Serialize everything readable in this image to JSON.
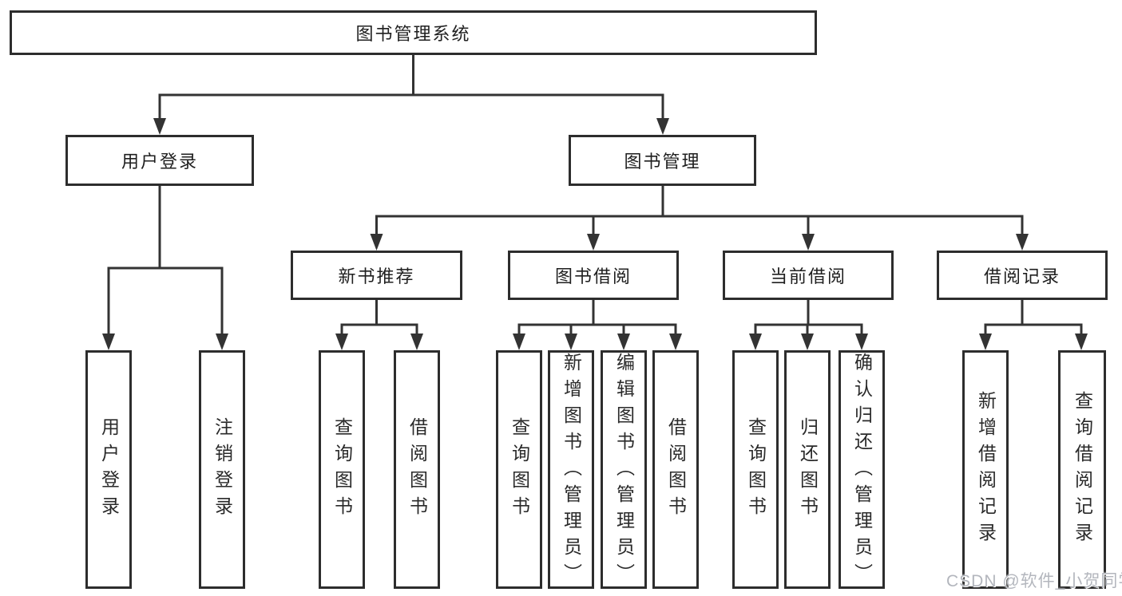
{
  "diagram": {
    "root": {
      "label": "图书管理系统"
    },
    "level2": {
      "user_login": {
        "label": "用户登录"
      },
      "book_management": {
        "label": "图书管理"
      }
    },
    "level3": {
      "new_book_recommend": {
        "label": "新书推荐"
      },
      "book_borrow": {
        "label": "图书借阅"
      },
      "current_borrow": {
        "label": "当前借阅"
      },
      "borrow_record": {
        "label": "借阅记录"
      }
    },
    "leaves": {
      "user_login_leaf": {
        "label": "用户登录"
      },
      "logout_leaf": {
        "label": "注销登录"
      },
      "nbr_query_book": {
        "label": "查询图书"
      },
      "nbr_borrow_book": {
        "label": "借阅图书"
      },
      "bb_query_book": {
        "label": "查询图书"
      },
      "bb_add_book": {
        "label": "新增图书（管理员）"
      },
      "bb_edit_book": {
        "label": "编辑图书（管理员）"
      },
      "bb_borrow_book": {
        "label": "借阅图书"
      },
      "cb_query_book": {
        "label": "查询图书"
      },
      "cb_return_book": {
        "label": "归还图书"
      },
      "cb_confirm_return": {
        "label": "确认归还（管理员）"
      },
      "br_add_record": {
        "label": "新增借阅记录"
      },
      "br_query_record": {
        "label": "查询借阅记录"
      }
    },
    "colors": {
      "line": "#333333",
      "box_border": "#2d2d2d",
      "text": "#1f1f1f",
      "background": "#ffffff",
      "watermark_text": "#b3b6bd"
    }
  },
  "watermark": {
    "text": "CSDN @软件_小贺同学"
  }
}
